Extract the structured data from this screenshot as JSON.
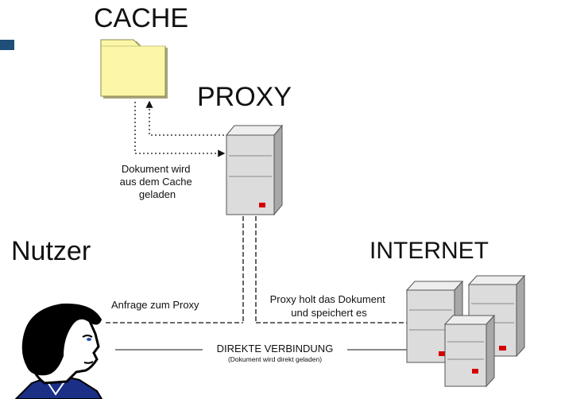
{
  "labels": {
    "cache": "CACHE",
    "proxy": "PROXY",
    "nutzer": "Nutzer",
    "internet": "INTERNET"
  },
  "notes": {
    "cache_load": [
      "Dokument wird",
      "aus dem Cache",
      "geladen"
    ],
    "request": "Anfrage zum Proxy",
    "proxy_fetch": [
      "Proxy holt das Dokument",
      "und speichert es"
    ],
    "direct": "DIREKTE VERBINDUNG",
    "direct_sub": "(Dokument wird direkt geladen)"
  },
  "colors": {
    "folder": "#fbf7a6",
    "server_face": "#dcdcdc",
    "server_side": "#a8a8a8",
    "led": "#d40000",
    "accent": "#1f4e79",
    "user_skin": "#ffffff",
    "user_hair": "#000000",
    "user_shirt": "#1b2f86"
  },
  "icons": [
    "folder-icon",
    "server-icon",
    "server-cluster-icon",
    "user-icon"
  ]
}
